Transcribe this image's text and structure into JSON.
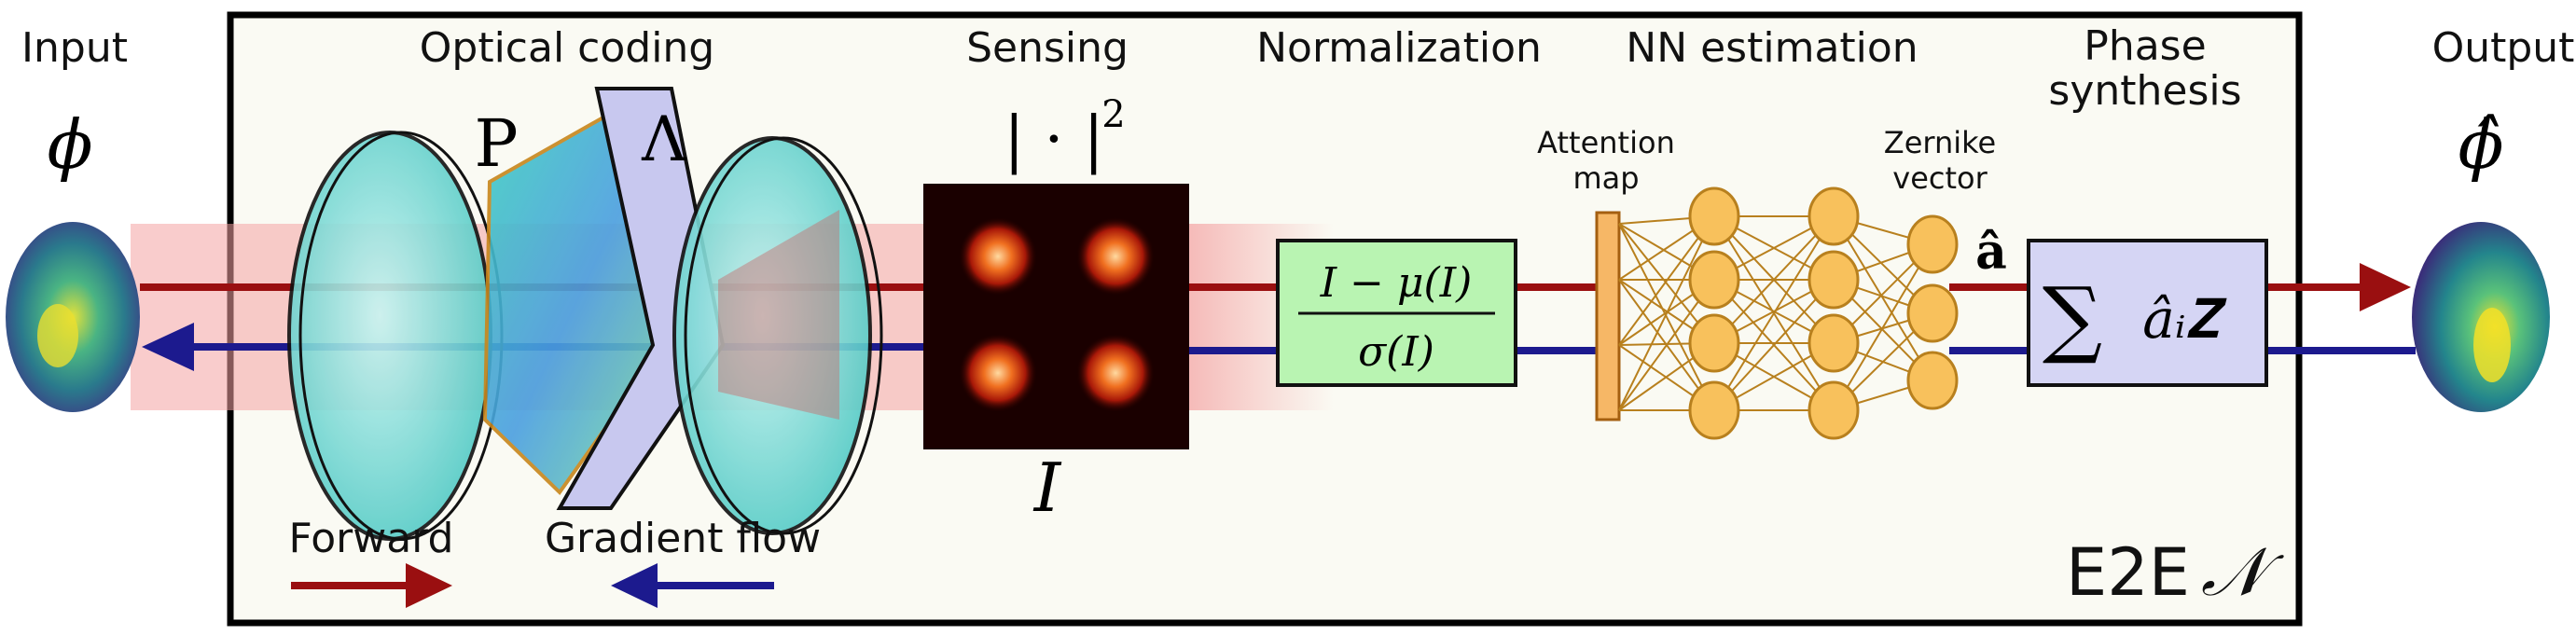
{
  "stages": {
    "input": "Input",
    "optical_coding": "Optical coding",
    "sensing": "Sensing",
    "normalization": "Normalization",
    "nn_estimation": "NN estimation",
    "phase_synthesis_line1": "Phase",
    "phase_synthesis_line2": "synthesis",
    "output": "Output"
  },
  "symbols": {
    "phi": "ϕ",
    "phi_hat": "ϕ̂",
    "P": "P",
    "Lambda": "Λ",
    "abs_sq": "| · |",
    "abs_sq_exp": "2",
    "I": "I",
    "a_hat": "â",
    "norm_numerator": "I − μ(I)",
    "norm_denominator": "σ(I)",
    "sum_sign": "∑",
    "sum_body": "âᵢ𝐙"
  },
  "nn": {
    "attention_line1": "Attention",
    "attention_line2": "map",
    "zernike_line1": "Zernike",
    "zernike_line2": "vector"
  },
  "legend": {
    "forward": "Forward",
    "gradient": "Gradient flow"
  },
  "system": {
    "e2e": "E2E",
    "n_symbol": "𝒩"
  },
  "colors": {
    "forward": "#9a0f10",
    "gradient": "#1c1a8e",
    "panel_bg": "#fafaf3",
    "norm_box": "#b9f4b2",
    "synthesis_box": "#d5d5f4",
    "neuron": "#f8c15c",
    "attention": "#f6b766",
    "lens": "#7fe0dc",
    "beam": "#f4a3a3"
  }
}
